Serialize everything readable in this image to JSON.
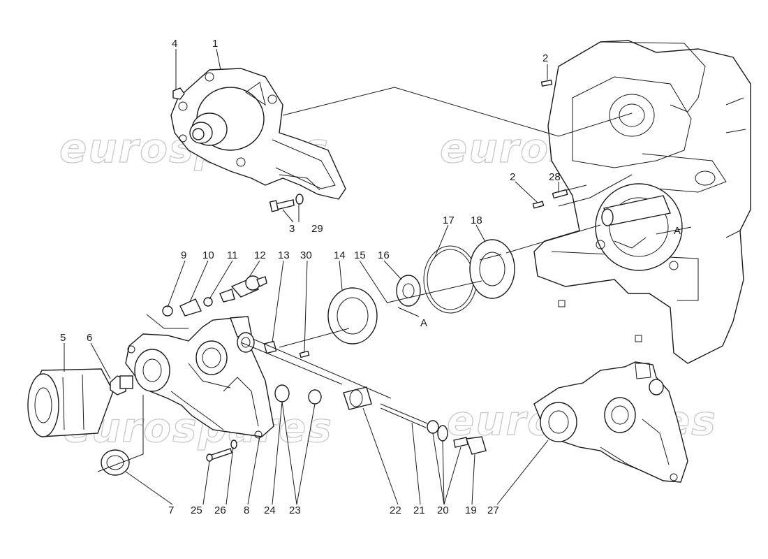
{
  "watermark": "eurospares",
  "callouts": [
    "1",
    "2",
    "2",
    "3",
    "4",
    "5",
    "6",
    "7",
    "8",
    "9",
    "10",
    "11",
    "12",
    "13",
    "14",
    "15",
    "16",
    "17",
    "18",
    "19",
    "20",
    "21",
    "22",
    "23",
    "24",
    "25",
    "26",
    "27",
    "28",
    "29",
    "30"
  ],
  "marks": [
    "A",
    "A"
  ],
  "colors": {
    "line": "#1a1a1a",
    "background": "#ffffff",
    "watermark": "#c8c8c8"
  }
}
